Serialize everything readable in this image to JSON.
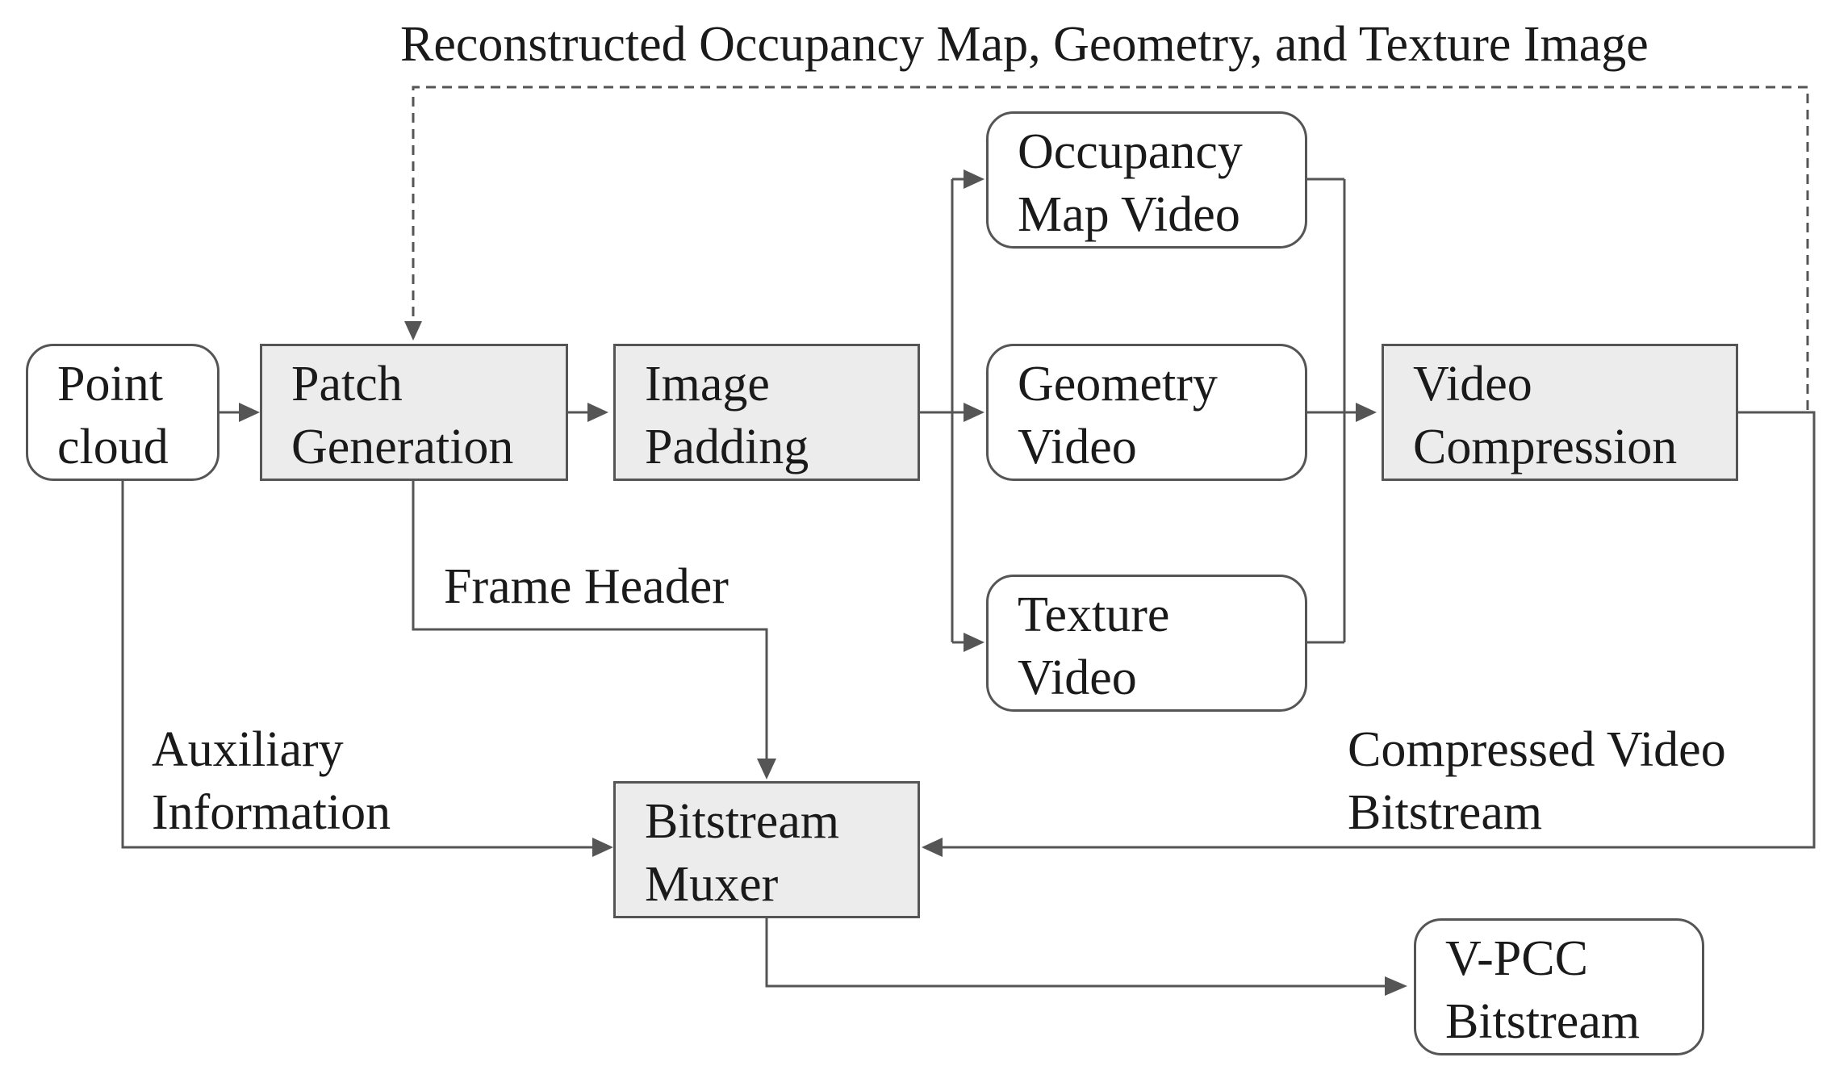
{
  "diagram": {
    "top_feedback_label": "Reconstructed Occupancy Map, Geometry, and Texture Image",
    "frame_header_label": "Frame Header",
    "auxiliary_label": [
      "Auxiliary",
      "Information"
    ],
    "compressed_label": [
      "Compressed Video",
      "Bitstream"
    ],
    "nodes": {
      "point_cloud": [
        "Point",
        "cloud"
      ],
      "patch_generation": [
        "Patch",
        "Generation"
      ],
      "image_padding": [
        "Image",
        "Padding"
      ],
      "occupancy_video": [
        "Occupancy",
        "Map Video"
      ],
      "geometry_video": [
        "Geometry",
        "Video"
      ],
      "texture_video": [
        "Texture",
        "Video"
      ],
      "video_compression": [
        "Video",
        "Compression"
      ],
      "bitstream_muxer": [
        "Bitstream",
        "Muxer"
      ],
      "vpcc_bitstream": [
        "V-PCC",
        "Bitstream"
      ]
    },
    "colors": {
      "line": "#555555",
      "shaded_fill": "#ececec",
      "border": "#555555"
    }
  }
}
